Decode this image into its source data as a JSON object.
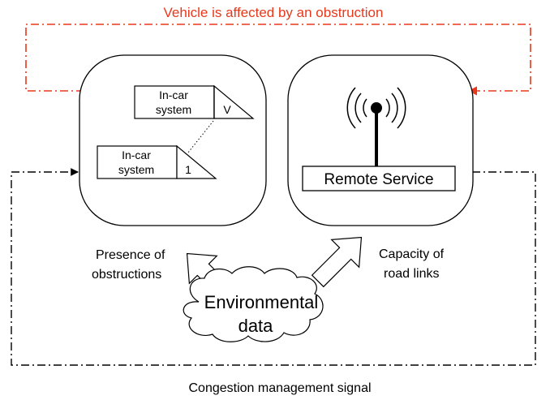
{
  "colors": {
    "feedback_line": "#e8381c",
    "ink": "#000000"
  },
  "feedback_label": "Vehicle is affected by an obstruction",
  "vehicle_group": {
    "systems": [
      {
        "line1": "In-car",
        "line2": "system",
        "index": "V"
      },
      {
        "line1": "In-car",
        "line2": "system",
        "index": "1"
      }
    ]
  },
  "service_group": {
    "antenna_icon": "wireless-antenna-icon",
    "label": "Remote Service"
  },
  "arrows": {
    "left_label_line1": "Presence of",
    "left_label_line2": "obstructions",
    "right_label_line1": "Capacity of",
    "right_label_line2": "road links"
  },
  "environment": {
    "line1": "Environmental",
    "line2": "data"
  },
  "bottom_label": "Congestion management signal"
}
